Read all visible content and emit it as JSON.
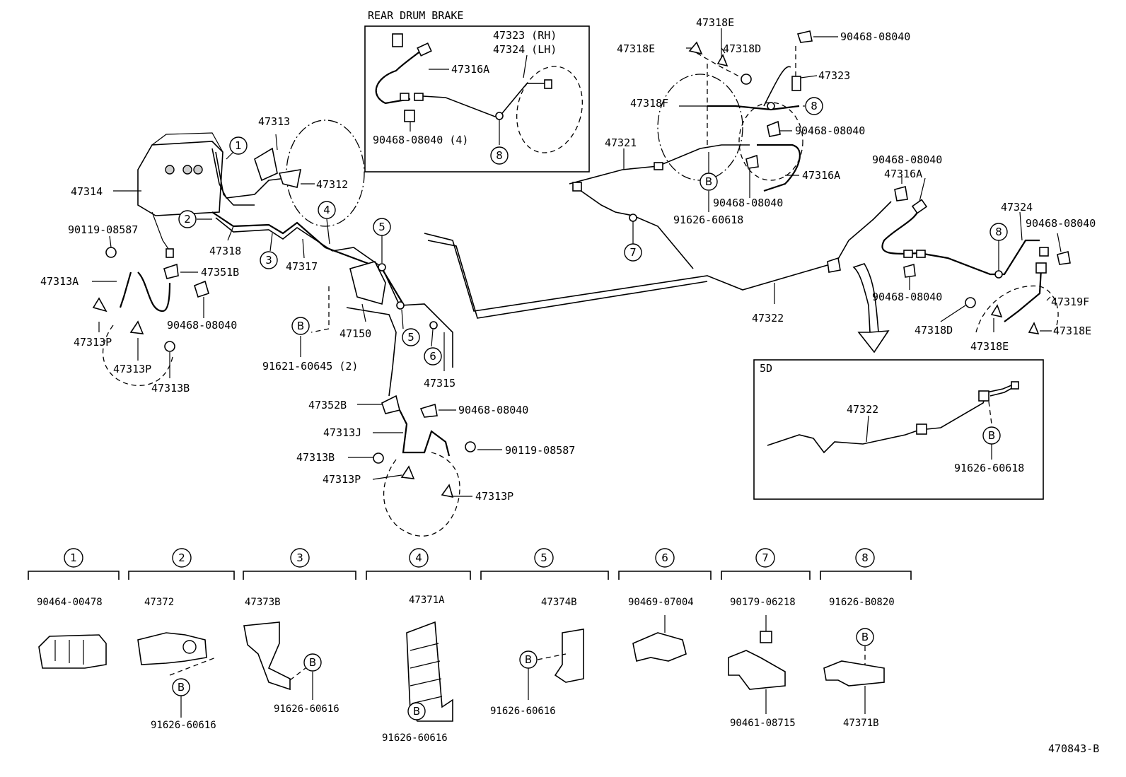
{
  "title": "REAR DRUM BRAKE",
  "figure_code": "470843-B",
  "inset_5d": {
    "title": "5D",
    "line_label": "47322",
    "clamp_marker": "B",
    "clamp_part": "91626-60618"
  },
  "callouts": {
    "c1": "1",
    "c2": "2",
    "c3": "3",
    "c4": "4",
    "c5": "5",
    "c6": "6",
    "c7": "7",
    "c8": "8",
    "cB": "B"
  },
  "labels": {
    "p47323rh": "47323 (RH)",
    "p47324lh": "47324 (LH)",
    "p47316A_rd": "47316A",
    "p90468_rd": "90468-08040 (4)",
    "p47313": "47313",
    "p47312": "47312",
    "p47314": "47314",
    "p90119a": "90119-08587",
    "p47318": "47318",
    "p47317": "47317",
    "p47351B": "47351B",
    "p47313A": "47313A",
    "p90468_l": "90468-08040",
    "p47313P_1": "47313P",
    "p47313P_2": "47313P",
    "p47313B_l": "47313B",
    "p47150": "47150",
    "p91621": "91621-60645 (2)",
    "p47315": "47315",
    "p47352B": "47352B",
    "p90468_m": "90468-08040",
    "p47313J": "47313J",
    "p90119b": "90119-08587",
    "p47313B_m": "47313B",
    "p47313P_3": "47313P",
    "p47313P_4": "47313P",
    "p47318E_top": "47318E",
    "p47318E_left": "47318E",
    "p47318D_top": "47318D",
    "p90468_tr": "90468-08040",
    "p47323": "47323",
    "p47318F": "47318F",
    "p90468_tr2": "90468-08040",
    "p47321": "47321",
    "p47316A_m": "47316A",
    "p90468_tr3": "90468-08040",
    "p91626_tr": "91626-60618",
    "p90468_r1": "90468-08040",
    "p47316A_r": "47316A",
    "p47324": "47324",
    "p90468_r2": "90468-08040",
    "p90468_r3": "90468-08040",
    "p47319F": "47319F",
    "p47322": "47322",
    "p47318D_r": "47318D",
    "p47318E_r1": "47318E",
    "p47318E_r2": "47318E"
  },
  "legend": [
    {
      "num": "1",
      "part": "90464-00478"
    },
    {
      "num": "2",
      "part": "47372",
      "clamp": "91626-60616"
    },
    {
      "num": "3",
      "part": "47373B",
      "clamp": "91626-60616"
    },
    {
      "num": "4",
      "part": "47371A",
      "clamp": "91626-60616"
    },
    {
      "num": "5",
      "part": "47374B",
      "clamp": "91626-60616"
    },
    {
      "num": "6",
      "part": "90469-07004"
    },
    {
      "num": "7",
      "part": "90179-06218",
      "clamp": "90461-08715"
    },
    {
      "num": "8",
      "part": "91626-B0820",
      "clamp": "47371B"
    }
  ]
}
